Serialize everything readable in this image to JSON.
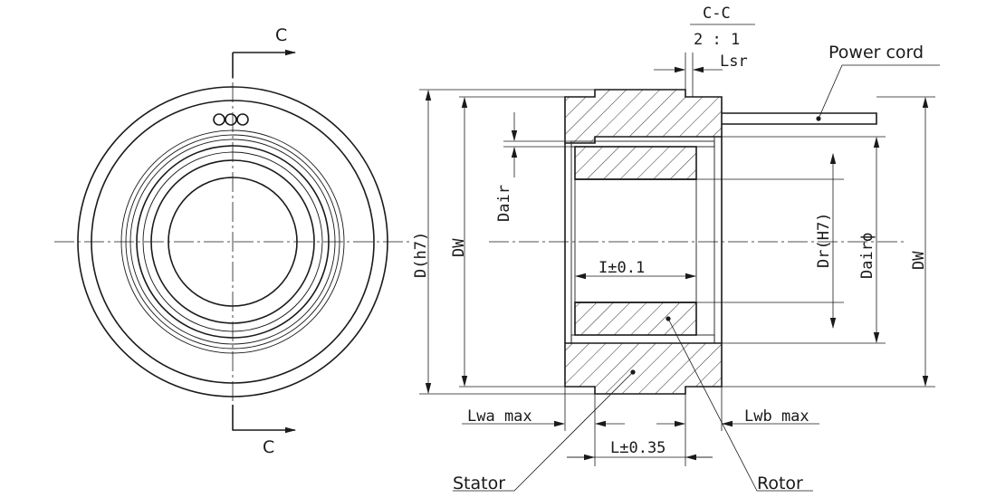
{
  "section": {
    "name_top": "C",
    "name_bottom": "C",
    "view_title": "C-C",
    "scale": "2 : 1"
  },
  "dimensions": {
    "lsr": "Lsr",
    "dair": "Dair",
    "d_h7": "D(h7)",
    "dw_left": "DW",
    "dw_right": "DW",
    "dr_h7": "Dr(H7)",
    "dair_phi": "Dairϕ",
    "i_tol": "I±0.1",
    "lwa_max": "Lwa max",
    "lwb_max": "Lwb max",
    "l_tol": "L±0.35"
  },
  "callouts": {
    "power_cord": "Power cord",
    "stator": "Stator",
    "rotor": "Rotor"
  }
}
